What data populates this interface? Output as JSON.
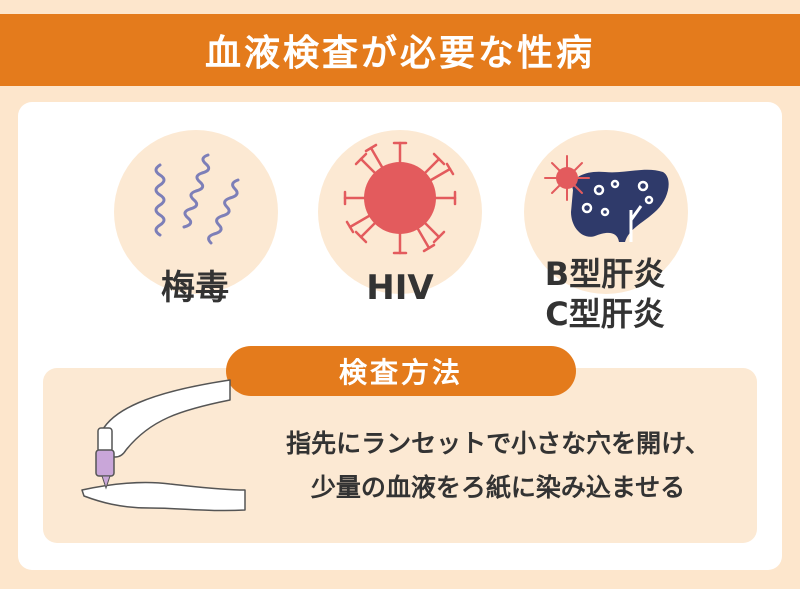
{
  "header": {
    "title": "血液検査が必要な性病"
  },
  "diseases": [
    {
      "label": "梅毒",
      "icon": "spirochete-icon"
    },
    {
      "label": "HIV",
      "icon": "virus-icon"
    },
    {
      "label": "B型肝炎\nC型肝炎",
      "icon": "liver-virus-icon"
    }
  ],
  "method": {
    "title": "検査方法",
    "line1": "指先にランセットで小さな穴を開け、",
    "line2": "少量の血液をろ紙に染み込ませる",
    "icon": "hand-lancet-icon"
  },
  "colors": {
    "accent": "#e47b1c",
    "background": "#fde6cc",
    "circle": "#fce9d3",
    "virus": "#e35b5d",
    "liver": "#2f3a6a",
    "spiral": "#7d7fb8"
  }
}
